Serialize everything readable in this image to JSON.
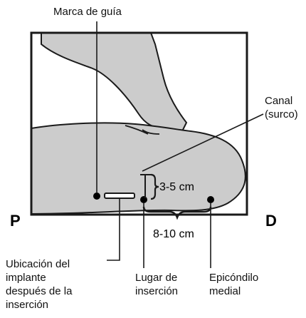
{
  "labels": {
    "guide_mark": "Marca de guía",
    "channel_line1": "Canal",
    "channel_line2": "(surco)",
    "proximal": "P",
    "distal": "D",
    "depth_measure": "3-5 cm",
    "length_measure": "8-10 cm",
    "implant_location_line1": "Ubicación del",
    "implant_location_line2": "implante",
    "implant_location_line3": "después de la",
    "implant_location_line4": "inserción",
    "insertion_site_line1": "Lugar de",
    "insertion_site_line2": "inserción",
    "epicondyle_line1": "Epicóndilo",
    "epicondyle_line2": "medial"
  },
  "colors": {
    "arm_fill": "#cccccc",
    "outline": "#1a1a1a",
    "background": "#ffffff"
  }
}
